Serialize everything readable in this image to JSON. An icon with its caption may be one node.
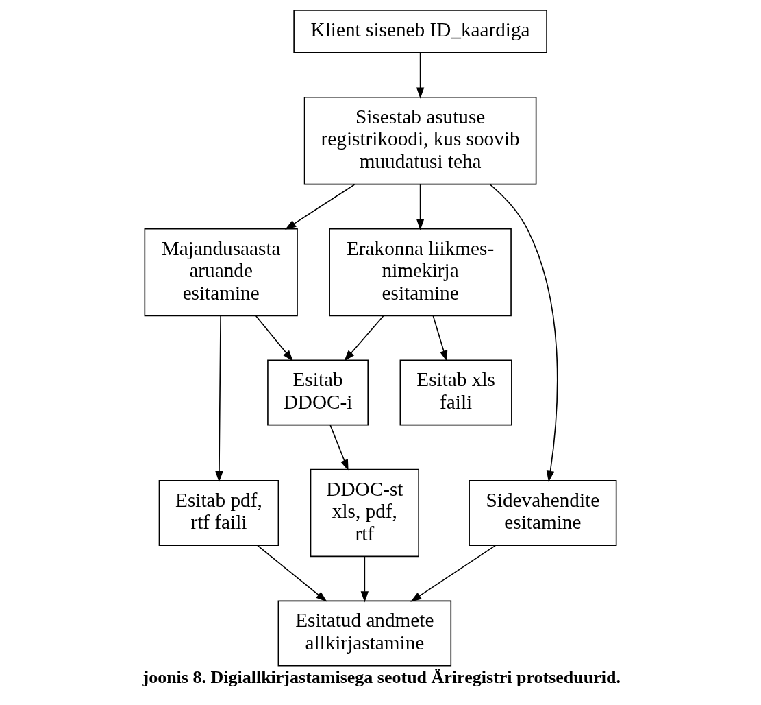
{
  "diagram": {
    "caption": "joonis 8. Digiallkirjastamisega seotud Äriregistri protseduurid.",
    "nodes": [
      {
        "text": [
          "Klient siseneb ID_kaardiga"
        ]
      },
      {
        "text": [
          "Sisestab asutuse registrikoodi, kus soovib muudatusi teha"
        ]
      },
      {
        "text": [
          "Majandusaasta aruande  esitamine"
        ]
      },
      {
        "text": [
          "Erakonna liikmes- nimekirja esitamine"
        ]
      },
      {
        "text": [
          "Sidevahendite esitamine"
        ]
      },
      {
        "text": [
          "Esitab DDOC-i"
        ]
      },
      {
        "text": [
          "Esitab xls faili"
        ]
      },
      {
        "text": [
          "DDOC-st xls, pdf, rtf"
        ]
      },
      {
        "text": [
          "Esitab pdf, rtf faili"
        ]
      },
      {
        "text": [
          "Esitatud andmete allkirjastamine"
        ]
      }
    ],
    "edges": [
      {
        "from": 0,
        "to": 1,
        "arrow": "to"
      },
      {
        "from": 1,
        "to": 2,
        "arrow": "to"
      },
      {
        "from": 1,
        "to": 3,
        "arrow": "to"
      },
      {
        "from": 1,
        "to": 4,
        "arrow": "to"
      },
      {
        "from": 2,
        "to": 8,
        "arrow": "to"
      },
      {
        "from": 2,
        "to": 5,
        "arrow": "to"
      },
      {
        "from": 3,
        "to": 5,
        "arrow": "to"
      },
      {
        "from": 3,
        "to": 6,
        "arrow": "to"
      },
      {
        "from": 4,
        "to": 9,
        "arrow": "to"
      },
      {
        "from": 5,
        "to": 7,
        "arrow": "to"
      },
      {
        "from": 7,
        "to": 9,
        "arrow": "to"
      },
      {
        "from": 8,
        "to": 9,
        "arrow": "to"
      }
    ]
  }
}
